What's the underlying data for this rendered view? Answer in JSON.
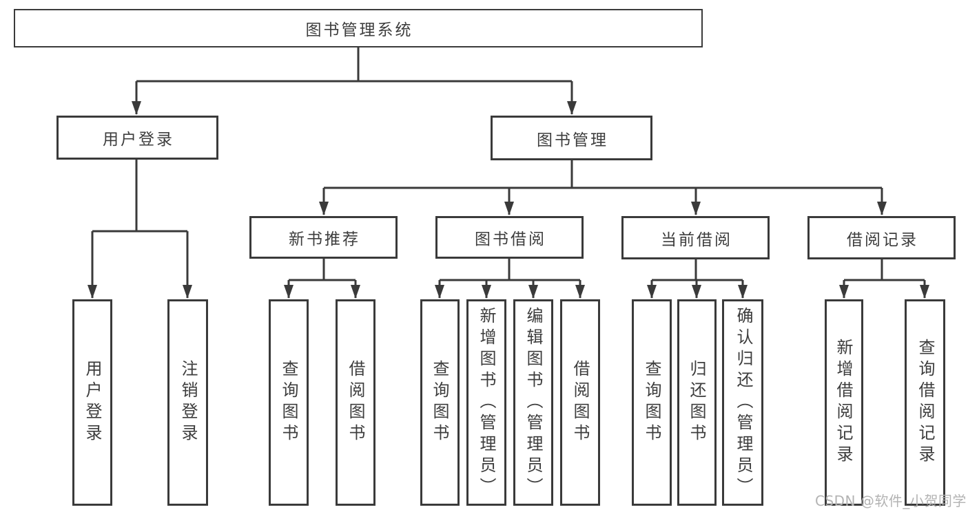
{
  "diagram": {
    "type": "tree",
    "orientation": "top-down"
  },
  "colors": {
    "line": "#3a3a3a",
    "text": "#3d3d3d",
    "background": "#ffffff",
    "watermark": "#b3b3b3"
  },
  "nodes": {
    "root": {
      "label": "图书管理系统"
    },
    "user_login": {
      "label": "用户登录"
    },
    "book_management": {
      "label": "图书管理"
    },
    "new_book_recommend": {
      "label": "新书推荐"
    },
    "book_borrowing": {
      "label": "图书借阅"
    },
    "current_borrowing": {
      "label": "当前借阅"
    },
    "borrowing_records": {
      "label": "借阅记录"
    },
    "lf_user_login": {
      "label": "用户登录"
    },
    "lf_logout": {
      "label": "注销登录"
    },
    "lf_query_books_1": {
      "label": "查询图书"
    },
    "lf_borrow_books_1": {
      "label": "借阅图书"
    },
    "lf_query_books_2": {
      "label": "查询图书"
    },
    "lf_add_books_admin": {
      "label": "新增图书（管理员）"
    },
    "lf_edit_books_admin": {
      "label": "编辑图书（管理员）"
    },
    "lf_borrow_books_2": {
      "label": "借阅图书"
    },
    "lf_query_books_3": {
      "label": "查询图书"
    },
    "lf_return_books": {
      "label": "归还图书"
    },
    "lf_confirm_return_admin": {
      "label": "确认归还（管理员）"
    },
    "lf_add_borrow_record": {
      "label": "新增借阅记录"
    },
    "lf_query_borrow_record": {
      "label": "查询借阅记录"
    }
  },
  "edges": [
    [
      "root",
      "user_login"
    ],
    [
      "root",
      "book_management"
    ],
    [
      "user_login",
      "lf_user_login"
    ],
    [
      "user_login",
      "lf_logout"
    ],
    [
      "book_management",
      "new_book_recommend"
    ],
    [
      "book_management",
      "book_borrowing"
    ],
    [
      "book_management",
      "current_borrowing"
    ],
    [
      "book_management",
      "borrowing_records"
    ],
    [
      "new_book_recommend",
      "lf_query_books_1"
    ],
    [
      "new_book_recommend",
      "lf_borrow_books_1"
    ],
    [
      "book_borrowing",
      "lf_query_books_2"
    ],
    [
      "book_borrowing",
      "lf_add_books_admin"
    ],
    [
      "book_borrowing",
      "lf_edit_books_admin"
    ],
    [
      "book_borrowing",
      "lf_borrow_books_2"
    ],
    [
      "current_borrowing",
      "lf_query_books_3"
    ],
    [
      "current_borrowing",
      "lf_return_books"
    ],
    [
      "current_borrowing",
      "lf_confirm_return_admin"
    ],
    [
      "borrowing_records",
      "lf_add_borrow_record"
    ],
    [
      "borrowing_records",
      "lf_query_borrow_record"
    ]
  ],
  "watermark": {
    "text": "CSDN @软件_小贺同学"
  }
}
